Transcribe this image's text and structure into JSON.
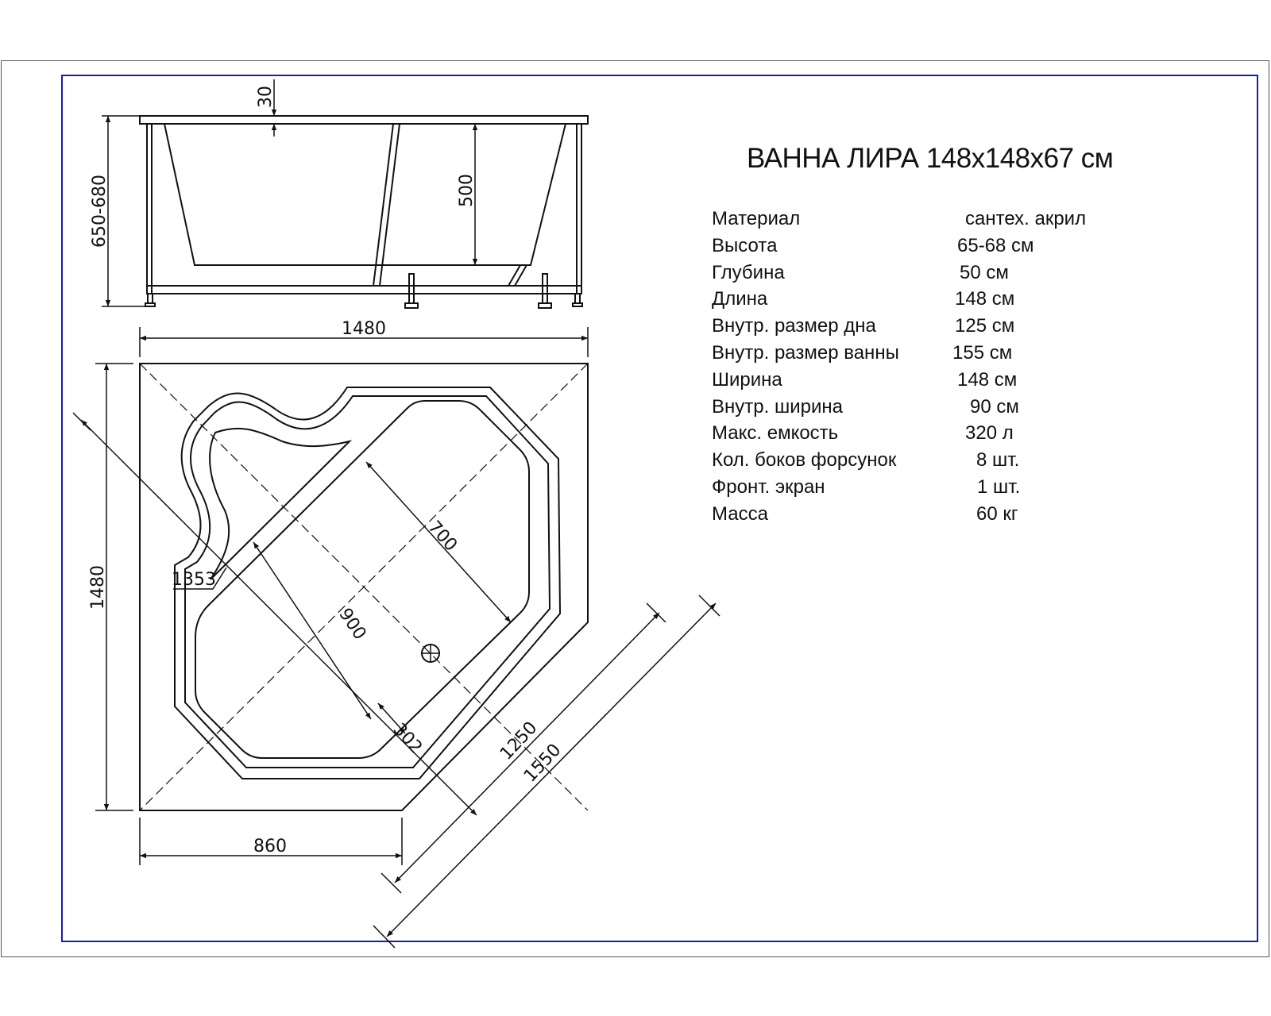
{
  "title": "ВАННА ЛИРА 148х148х67 см",
  "specs": [
    {
      "label": "Материал",
      "value": "сантех. акрил"
    },
    {
      "label": "Высота",
      "value": "65-68 см"
    },
    {
      "label": "Глубина",
      "value": "50 см"
    },
    {
      "label": "Длина",
      "value": "148 см"
    },
    {
      "label": "Внутр. размер дна",
      "value": "125 см"
    },
    {
      "label": "Внутр. размер ванны",
      "value": "155 см"
    },
    {
      "label": "Ширина",
      "value": "148 см"
    },
    {
      "label": "Внутр. ширина",
      "value": "90 см"
    },
    {
      "label": "Макс. емкость",
      "value": "320 л"
    },
    {
      "label": "Кол. боков форсунок",
      "value": "8 шт."
    },
    {
      "label": "Фронт. экран",
      "value": "1 шт."
    },
    {
      "label": "Масса",
      "value": "60 кг"
    }
  ],
  "dimensions": {
    "rim_thickness": "30",
    "total_height": "650-680",
    "depth": "500",
    "top_width": "1480",
    "side_length": "1480",
    "front_edge": "860",
    "diagonal_inner": "1353",
    "inner_length": "700",
    "inner_width": "900",
    "small_offset": "302",
    "bottom_diag": "1250",
    "total_diag": "1550"
  }
}
